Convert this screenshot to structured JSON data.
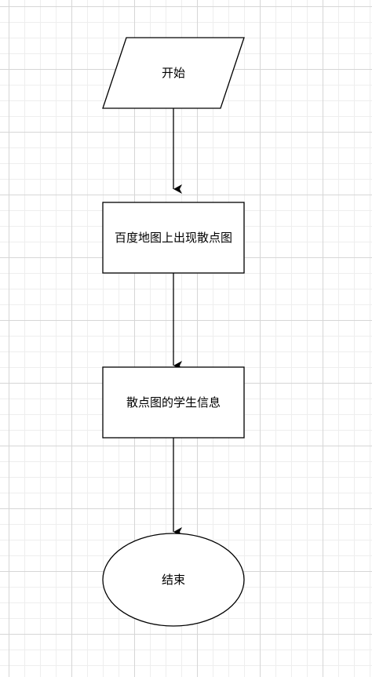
{
  "diagram": {
    "nodes": [
      {
        "id": "start",
        "shape": "parallelogram",
        "label": "开始"
      },
      {
        "id": "step1",
        "shape": "rectangle",
        "label": "百度地图上出现散点图"
      },
      {
        "id": "step2",
        "shape": "rectangle",
        "label": "散点图的学生信息"
      },
      {
        "id": "end",
        "shape": "ellipse",
        "label": "结束"
      }
    ],
    "edges": [
      {
        "from": "start",
        "to": "step1"
      },
      {
        "from": "step1",
        "to": "step2"
      },
      {
        "from": "step2",
        "to": "end"
      }
    ]
  },
  "colors": {
    "stroke": "#000000",
    "fill": "#ffffff",
    "grid": "#d6d6d6"
  }
}
